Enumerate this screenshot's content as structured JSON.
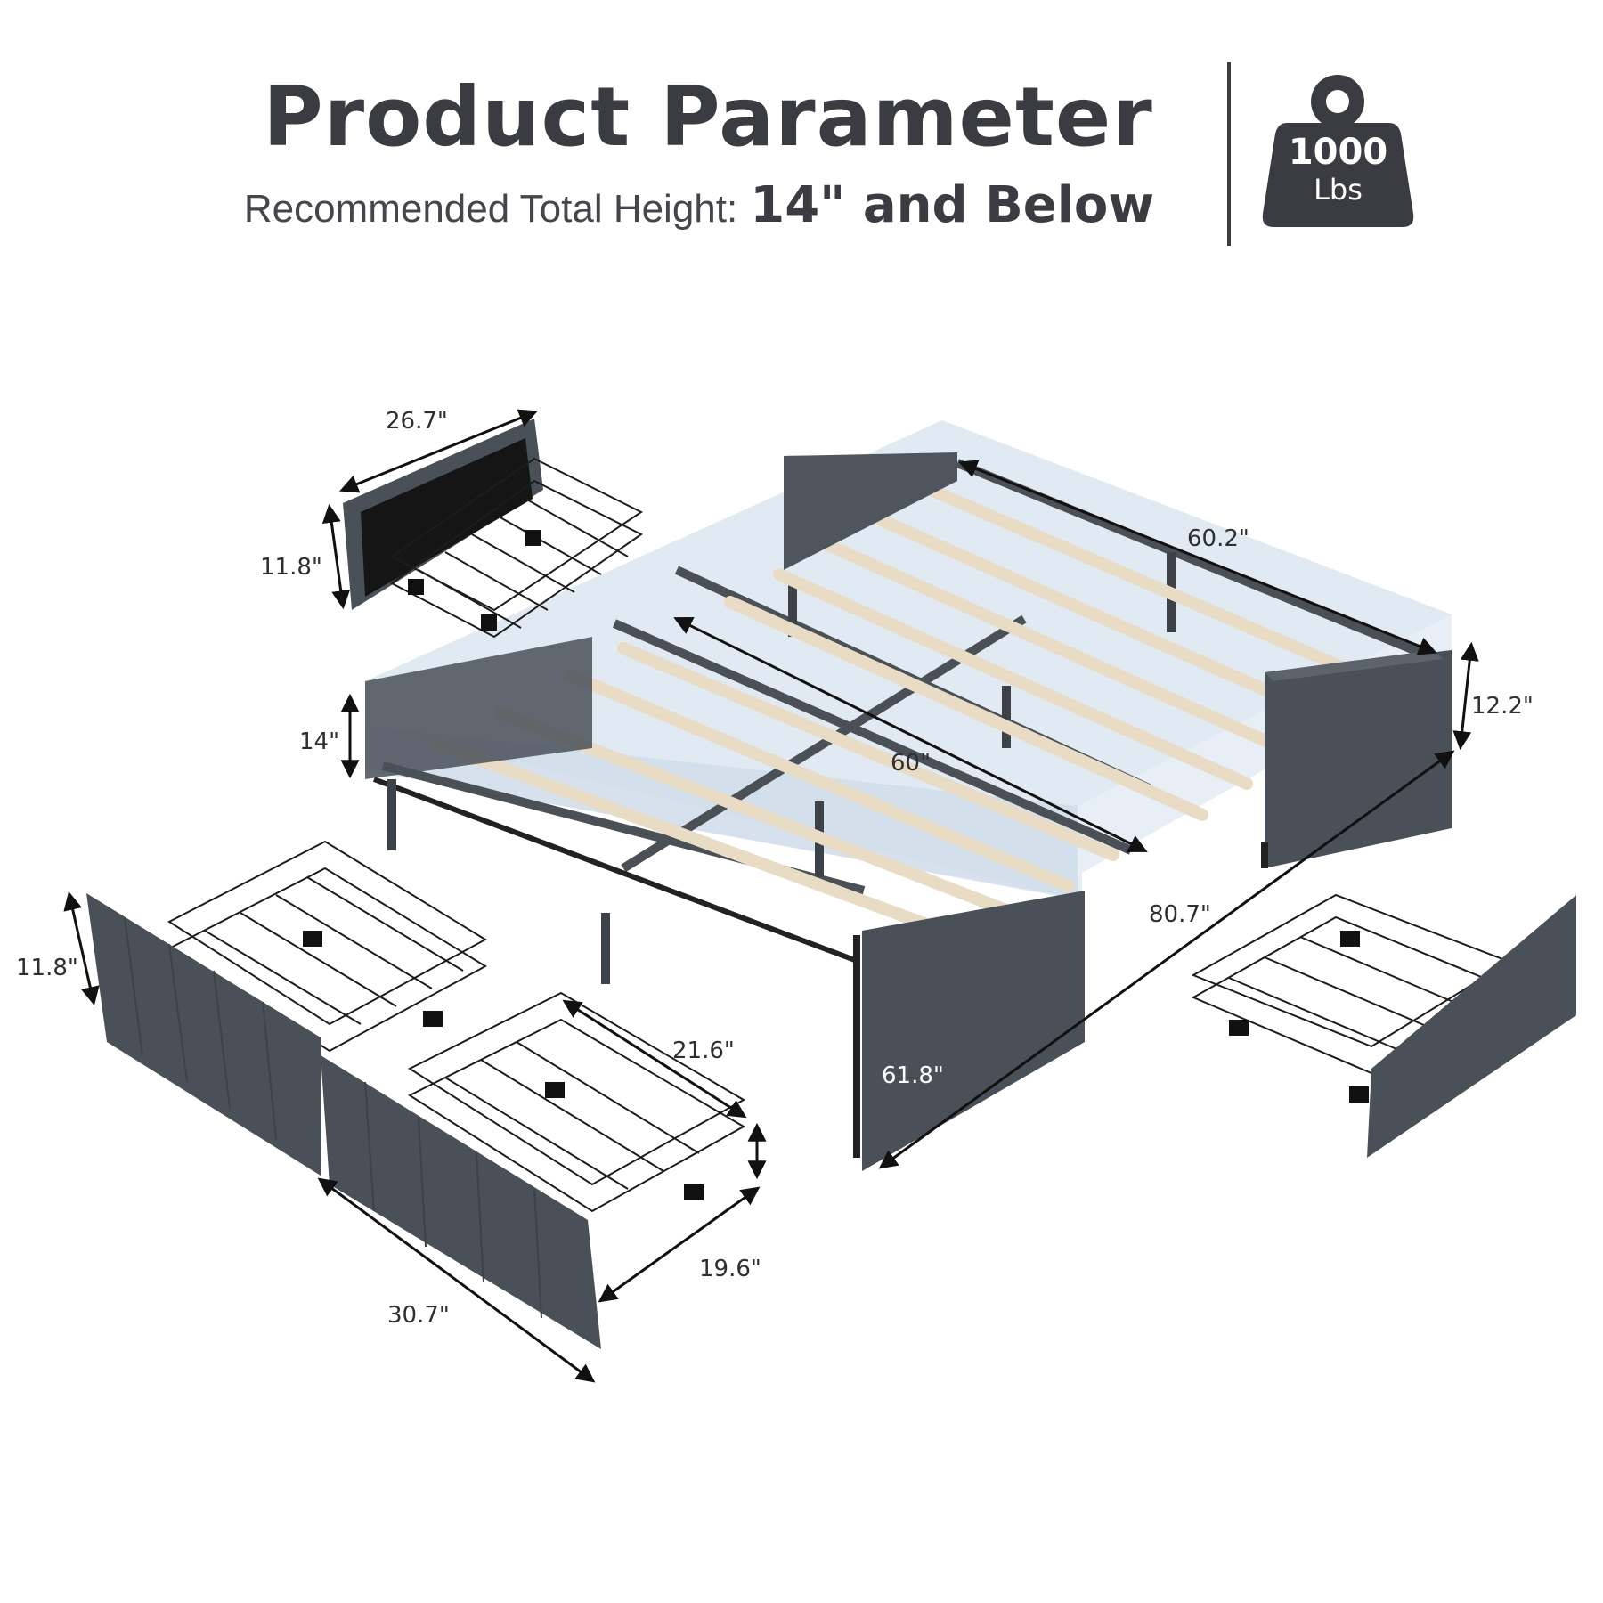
{
  "header": {
    "title": "Product Parameter",
    "subtitle_label": "Recommended Total Height:",
    "subtitle_value": "14\" and Below"
  },
  "weight_badge": {
    "icon": "weight-icon",
    "value": "1000",
    "unit": "Lbs",
    "color": "#3b3b42"
  },
  "dimensions": {
    "small_drawer_width": "26.7\"",
    "small_drawer_height": "11.8\"",
    "bed_height": "14\"",
    "headboard_width": "60.2\"",
    "headboard_height": "12.2\"",
    "inner_width": "60\"",
    "total_length": "80.7\"",
    "footboard_width": "61.8\"",
    "large_drawer_height": "11.8\"",
    "large_drawer_depth": "21.6\"",
    "large_drawer_inner": "19.6\"",
    "large_drawer_width": "30.7\""
  },
  "colors": {
    "fabric": "#4a5058",
    "mattress_volume": "#dfe8f2",
    "slat": "#e8dcc4",
    "frame": "#4b5057",
    "wire": "#1c1c1c"
  }
}
